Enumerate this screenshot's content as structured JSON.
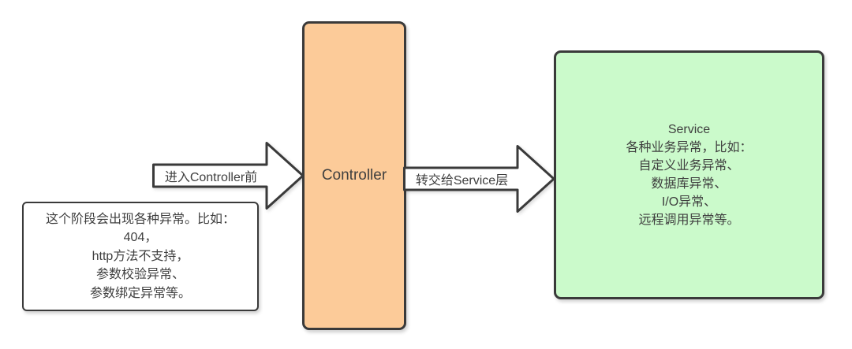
{
  "diagram": {
    "note_box": {
      "lines": [
        "这个阶段会出现各种异常。比如：",
        "404，",
        "http方法不支持，",
        "参数校验异常、",
        "参数绑定异常等。"
      ]
    },
    "controller_box": {
      "label": "Controller"
    },
    "service_box": {
      "lines": [
        "Service",
        "各种业务异常，比如：",
        "自定义业务异常、",
        "数据库异常、",
        "I/O异常、",
        "远程调用异常等。"
      ]
    },
    "arrows": [
      {
        "label": "进入Controller前"
      },
      {
        "label": "转交给Service层"
      }
    ]
  },
  "colors": {
    "background": "#ffffff",
    "border": "#3a3a3a",
    "text": "#3f3f3f",
    "controller_fill": "#fccb99",
    "service_fill": "#cbfacb",
    "note_fill": "#ffffff",
    "arrow_fill": "#ffffff"
  }
}
